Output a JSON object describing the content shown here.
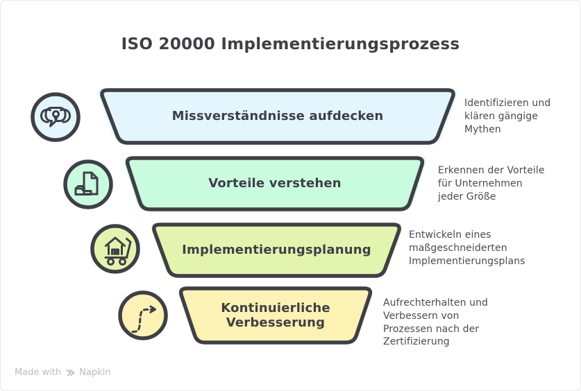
{
  "title": "ISO 20000 Implementierungsprozess",
  "stages": [
    {
      "label": "Missverständnisse aufdecken",
      "description": "Identifizieren und\nklären gängige\nMythen",
      "fill": "#e3f6fd",
      "icon": "speech-bubbles-icon"
    },
    {
      "label": "Vorteile verstehen",
      "description": "Erkennen der Vorteile\nfür Unternehmen\njeder Größe",
      "fill": "#c9fbdf",
      "icon": "document-folder-icon"
    },
    {
      "label": "Implementierungsplanung",
      "description": "Entwickeln eines\nmaßgeschneiderten\nImplementierungsplans",
      "fill": "#e3f4ae",
      "icon": "house-cart-icon"
    },
    {
      "label": "Kontinuierliche Verbesserung",
      "description": "Aufrechterhalten und\nVerbessern von\nProzessen nach der\nZertifizierung",
      "fill": "#fbf2b4",
      "icon": "dashed-arrow-icon"
    }
  ],
  "footer": {
    "made_with": "Made with",
    "brand": "Napkin"
  },
  "colors": {
    "ink": "#3f3f46",
    "text": "#4b4b50",
    "muted": "#b9bcc0",
    "background": "#ffffff"
  }
}
